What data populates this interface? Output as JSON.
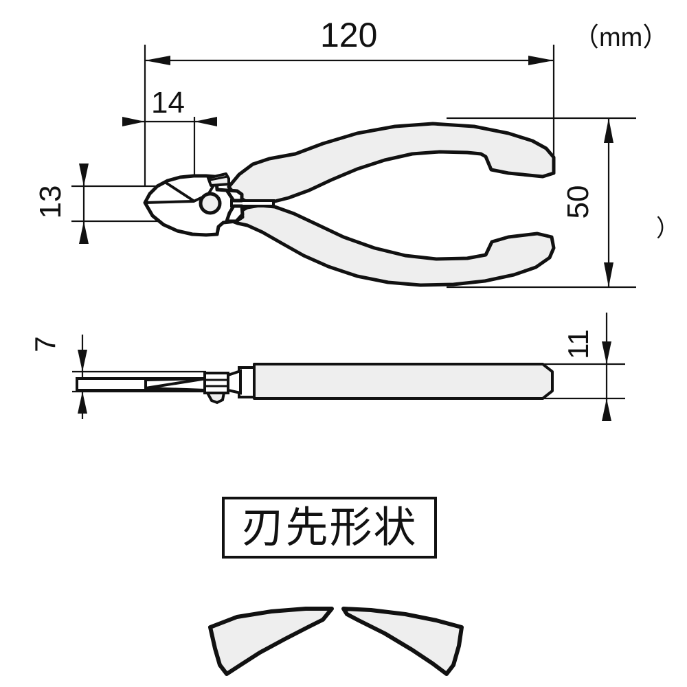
{
  "drawing": {
    "title_unit": "（mm）",
    "stray_mark": "）",
    "dimensions": {
      "overall_length": "120",
      "jaw_head_length": "14",
      "jaw_head_height": "13",
      "overall_height": "50",
      "side_blade_thickness": "7",
      "side_handle_thickness": "11"
    },
    "callout_box": {
      "label": "刃先形状"
    },
    "colors": {
      "line": "#111111",
      "fill": "#eeeeee",
      "background": "#ffffff"
    }
  }
}
